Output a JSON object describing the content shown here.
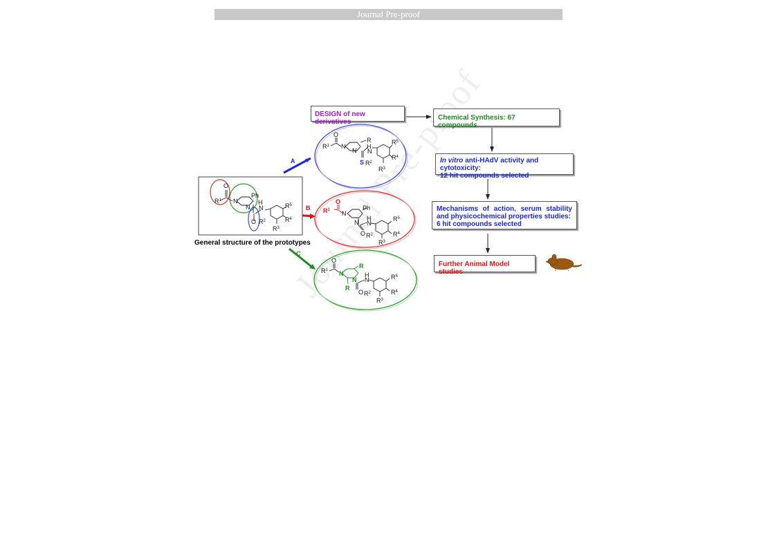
{
  "header": {
    "banner": "Journal Pre-proof",
    "watermark": "Journal Pre-proof"
  },
  "flow": {
    "design": "DESIGN of new derivatives",
    "synthesis": "Chemical Synthesis: 67 compounds",
    "invitro_italic": "In vitro",
    "invitro_rest": " anti-HAdV activity and cytotoxicity:",
    "invitro_line2": "12 hit compounds selected",
    "mech_line1": "Mechanisms of action, serum stability",
    "mech_line2": "and physicochemical properties studies:",
    "mech_line3": "6 hit compounds selected",
    "animal": "Further Animal Model studies"
  },
  "prototype": {
    "caption": "General structure of the prototypes"
  },
  "routes": {
    "a": "A",
    "b": "B",
    "c": "C"
  },
  "colors": {
    "purple": "#a020c0",
    "green": "#1f8a1f",
    "blue": "#1a28d8",
    "red": "#e01515",
    "mouse": "#9a5a12"
  }
}
